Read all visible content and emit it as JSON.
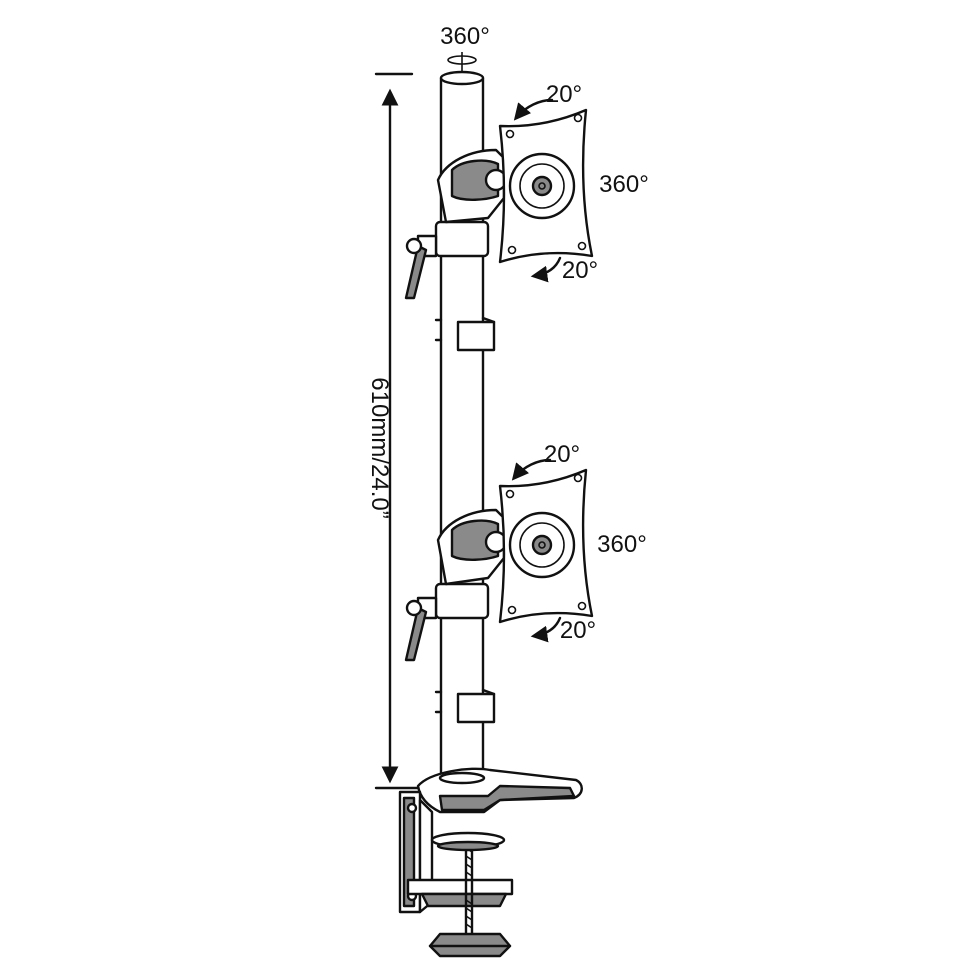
{
  "labels": {
    "top_rotation": "360°",
    "upper_tilt_up": "20°",
    "upper_rotation": "360°",
    "upper_tilt_down": "20°",
    "lower_tilt_up": "20°",
    "lower_rotation": "360°",
    "lower_tilt_down": "20°",
    "height": "610mm/24.0”"
  },
  "colors": {
    "line": "#111111",
    "fill_dark": "#8a8a8a",
    "background": "#ffffff"
  }
}
